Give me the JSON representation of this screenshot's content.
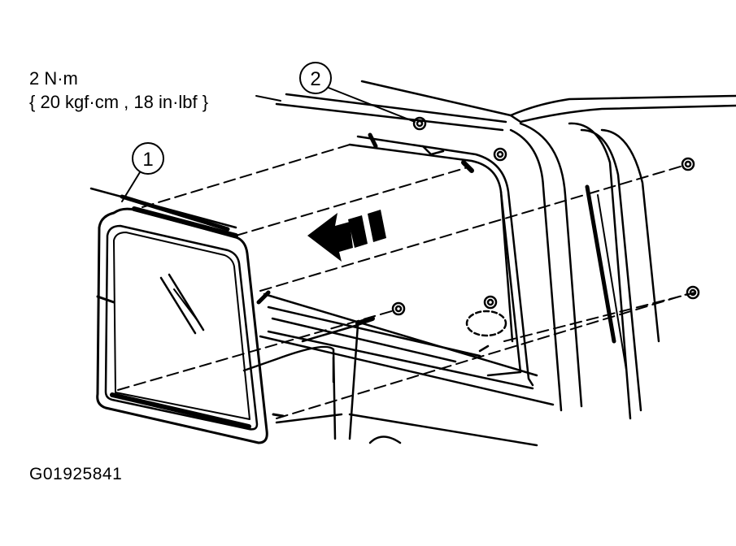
{
  "torque_spec": {
    "line1": "2 N·m",
    "line2": "{ 20 kgf·cm , 18 in·lbf }"
  },
  "callouts": [
    {
      "number": "1"
    },
    {
      "number": "2"
    }
  ],
  "figure_id": "G01925841",
  "colors": {
    "ink": "#000000",
    "paper": "#ffffff"
  }
}
